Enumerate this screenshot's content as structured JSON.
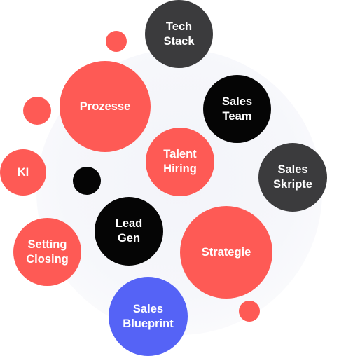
{
  "bubbles": {
    "tech_stack": "Tech\nStack",
    "prozesse": "Prozesse",
    "sales_team": "Sales\nTeam",
    "talent_hiring": "Talent\nHiring",
    "sales_skripte": "Sales\nSkripte",
    "ki": "KI",
    "lead_gen": "Lead\nGen",
    "setting_closing": "Setting\nClosing",
    "strategie": "Strategie",
    "sales_blueprint": "Sales\nBlueprint"
  },
  "colors": {
    "red": "#fe5a55",
    "black": "#050505",
    "dark_gray": "#3b3b3d",
    "blue": "#5563f6",
    "backdrop": "#f4f5fa"
  }
}
